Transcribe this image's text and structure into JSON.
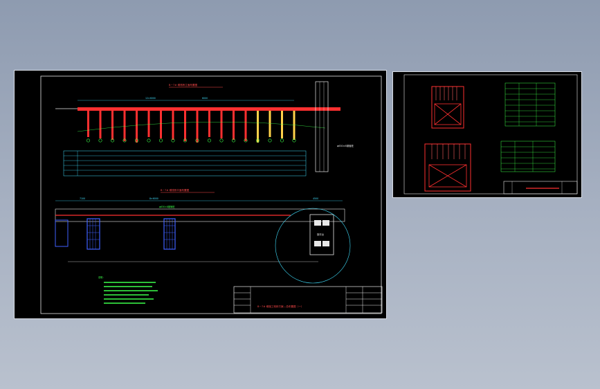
{
  "main_sheet": {
    "elevation_title": "B－7# 墩栈桥立面布置图",
    "plan_title": "B－7# 墩栈桥平面布置图",
    "title_block_drawing": "B－7# 墩施工栈桥方案—总布置图（一）",
    "dim_elevation_total": "12×6000",
    "dim_elevation_span": "6000",
    "dim_plan_total": "8×6000",
    "dim_plan_left": "7100",
    "dim_plan_right": "4500",
    "pile_label": "φ630×8钢管桩",
    "pile_label_2": "φ630×8钢管桩",
    "platform_label": "钢平台",
    "notes_title": "说明："
  },
  "colors": {
    "background": "#8e9bb0",
    "sheet": "#000000",
    "structure": "#ff3030",
    "dimension": "#40e0ff",
    "annotation": "#3cff4a",
    "frame": "#e8e8e8",
    "piles": "#ffd24a",
    "plan_steel": "#4060ff"
  }
}
